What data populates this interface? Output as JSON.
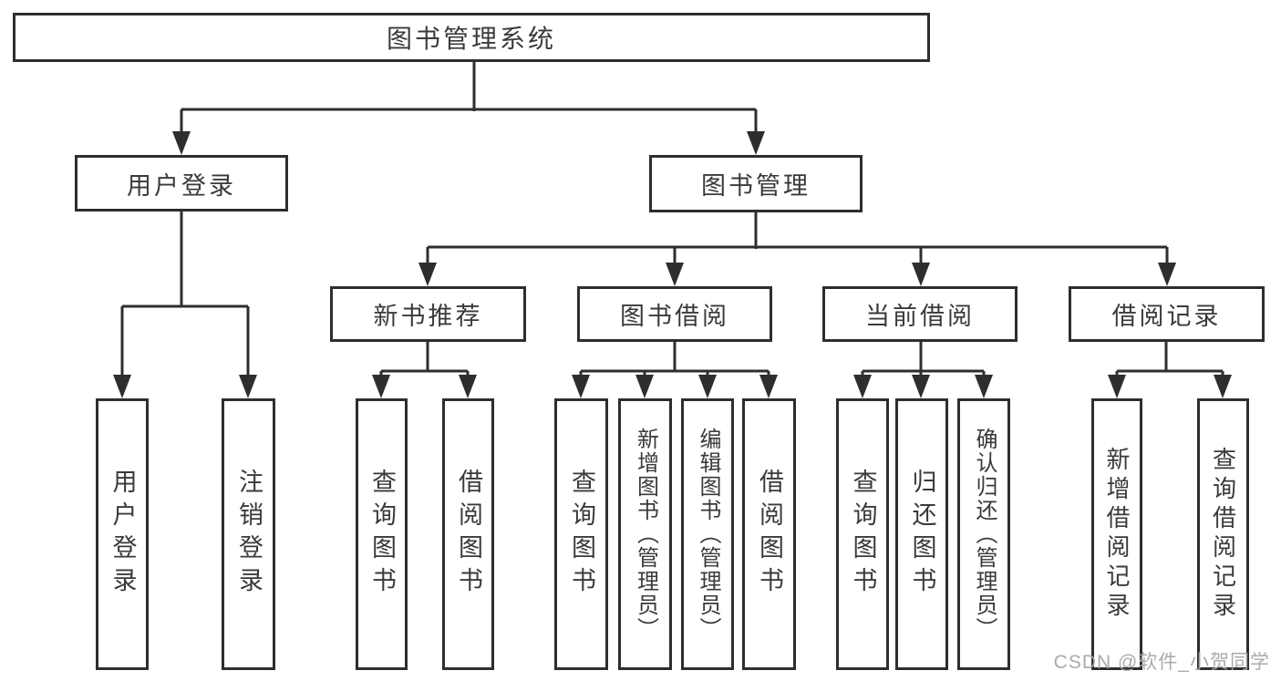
{
  "diagram": {
    "title": "图书管理系统",
    "branches": {
      "user_login": {
        "label": "用户登录",
        "children": [
          {
            "label": "用户登录"
          },
          {
            "label": "注销登录"
          }
        ]
      },
      "book_management": {
        "label": "图书管理",
        "children": {
          "new_book_recommend": {
            "label": "新书推荐",
            "children": [
              {
                "label": "查询图书"
              },
              {
                "label": "借阅图书"
              }
            ]
          },
          "book_borrow": {
            "label": "图书借阅",
            "children": [
              {
                "label": "查询图书"
              },
              {
                "label": "新增图书（管理员）"
              },
              {
                "label": "编辑图书（管理员）"
              },
              {
                "label": "借阅图书"
              }
            ]
          },
          "current_borrow": {
            "label": "当前借阅",
            "children": [
              {
                "label": "查询图书"
              },
              {
                "label": "归还图书"
              },
              {
                "label": "确认归还（管理员）"
              }
            ]
          },
          "borrow_records": {
            "label": "借阅记录",
            "children": [
              {
                "label": "新增借阅记录"
              },
              {
                "label": "查询借阅记录"
              }
            ]
          }
        }
      }
    },
    "watermark": "CSDN @软件_小贺同学",
    "colors": {
      "line": "#2e2e2e",
      "text": "#3a3a3a",
      "watermark": "#a7a7a7",
      "background": "#ffffff"
    }
  }
}
